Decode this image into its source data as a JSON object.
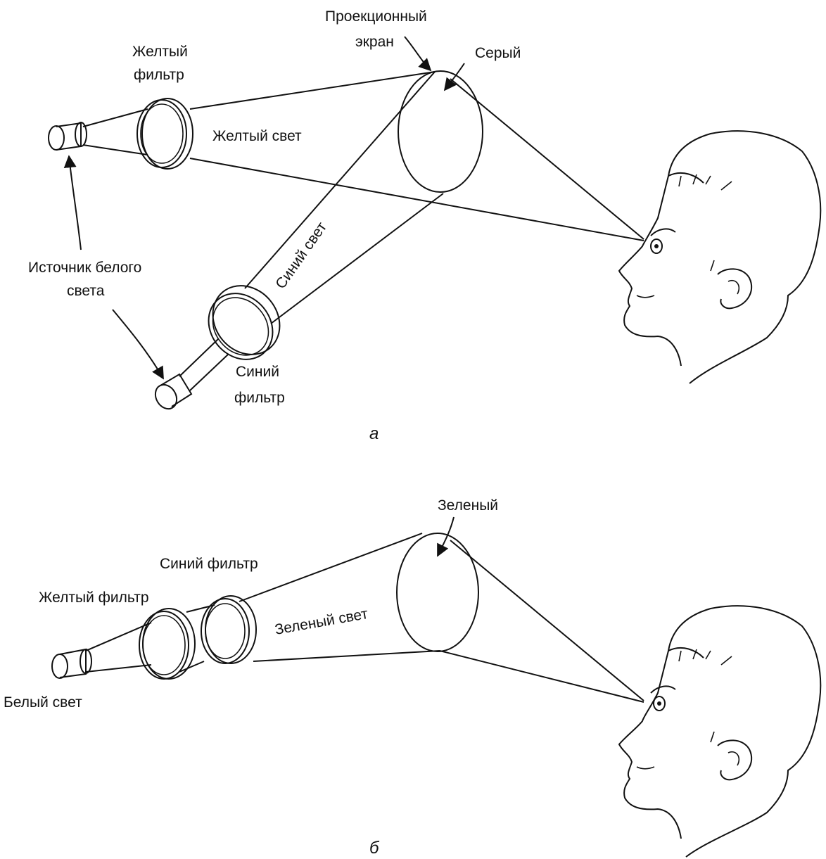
{
  "figure_a": {
    "label_screen": [
      "Проекционный",
      "экран"
    ],
    "label_gray": "Серый",
    "label_yellow_filter": [
      "Желтый",
      "фильтр"
    ],
    "label_yellow_light": "Желтый свет",
    "label_source": [
      "Источник белого",
      "света"
    ],
    "label_blue_light": "Синий свет",
    "label_blue_filter": [
      "Синий",
      "фильтр"
    ],
    "caption": "а"
  },
  "figure_b": {
    "label_green": "Зеленый",
    "label_blue_filter": "Синий фильтр",
    "label_yellow_filter": "Желтый фильтр",
    "label_green_light": "Зеленый свет",
    "label_white_light": "Белый свет",
    "caption": "б"
  }
}
